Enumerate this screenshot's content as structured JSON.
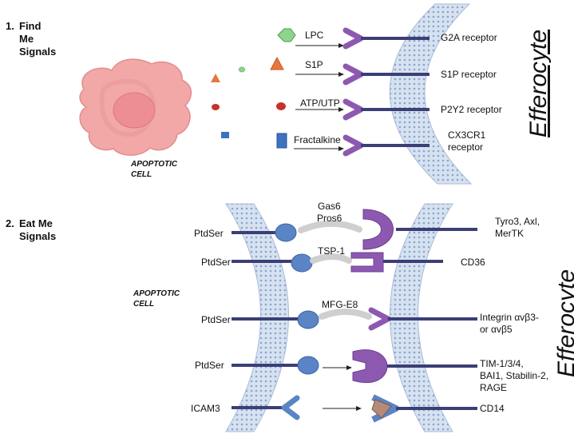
{
  "section1": {
    "number": "1.",
    "lines": [
      "Find",
      "Me",
      "Signals"
    ],
    "apoptotic_label": [
      "APOPTOTIC",
      "CELL"
    ],
    "efferocyte_label": "Efferocyte",
    "signals": [
      {
        "ligand": "LPC",
        "receptor": [
          "G2A receptor"
        ]
      },
      {
        "ligand": "S1P",
        "receptor": [
          "S1P receptor"
        ]
      },
      {
        "ligand": "ATP/UTP",
        "receptor": [
          "P2Y2 receptor"
        ]
      },
      {
        "ligand": "Fractalkine",
        "receptor": [
          "CX3CR1",
          "receptor"
        ]
      }
    ]
  },
  "section2": {
    "number": "2.",
    "lines": [
      "Eat Me",
      "Signals"
    ],
    "apoptotic_label": [
      "APOPTOTIC",
      "CELL"
    ],
    "efferocyte_label": "Efferocyte",
    "pairs": [
      {
        "left": "PtdSer",
        "bridge": [
          "Gas6",
          "Pros6"
        ],
        "receptor": [
          "Tyro3, Axl,",
          "MerTK"
        ]
      },
      {
        "left": "PtdSer",
        "bridge": [
          "TSP-1"
        ],
        "receptor": [
          "CD36"
        ]
      },
      {
        "left": "PtdSer",
        "bridge": [
          "MFG-E8"
        ],
        "receptor": [
          "Integrin αvβ3-",
          "or αvβ5"
        ]
      },
      {
        "left": "PtdSer",
        "bridge": [],
        "receptor": [
          "TIM-1/3/4,",
          "BAI1, Stabilin-2,",
          "RAGE"
        ]
      },
      {
        "left": "ICAM3",
        "bridge": [],
        "receptor": [
          "CD14"
        ]
      }
    ]
  },
  "colors": {
    "membrane": "#c8d6ea",
    "membrane_dots": "#7f9ccc",
    "stalk": "#3b3f76",
    "receptor": "#8d59b0",
    "ptdser": "#5b84c6",
    "bridge": "#cfcfcf",
    "cell": "#f3a8a8",
    "lpc": "#8ed48c",
    "s1p": "#e8773a",
    "atp": "#c8322c",
    "fractalkine": "#3d72bd"
  }
}
